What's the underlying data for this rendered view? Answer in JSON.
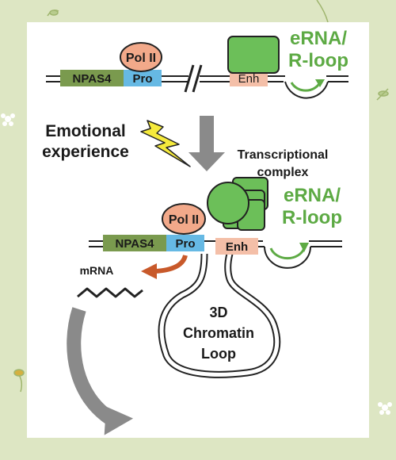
{
  "top_construct": {
    "gene": "NPAS4",
    "promoter": "Pro",
    "polymerase": "Pol II",
    "enhancer": "Enh",
    "erna_line1": "eRNA/",
    "erna_line2": "R-loop"
  },
  "stimulus": {
    "line1": "Emotional",
    "line2": "experience"
  },
  "complex_label": {
    "line1": "Transcriptional",
    "line2": "complex"
  },
  "bottom_construct": {
    "gene": "NPAS4",
    "promoter": "Pro",
    "polymerase": "Pol II",
    "enhancer": "Enh",
    "erna_line1": "eRNA/",
    "erna_line2": "R-loop",
    "mrna": "mRNA"
  },
  "loop_label": {
    "line1": "3D",
    "line2": "Chromatin",
    "line3": "Loop"
  },
  "colors": {
    "background": "#dde6c3",
    "panel": "#ffffff",
    "gene_box": "#7a9a4e",
    "promoter_box": "#66b9e4",
    "polymerase": "#f2a98a",
    "enhancer_box": "#f4bfa8",
    "complex_green": "#6cbf59",
    "erna_text": "#5daa44",
    "arrow_gray": "#8a8a8a",
    "bolt_yellow": "#f5ea3c",
    "mrna_arrow": "#c8592a"
  }
}
